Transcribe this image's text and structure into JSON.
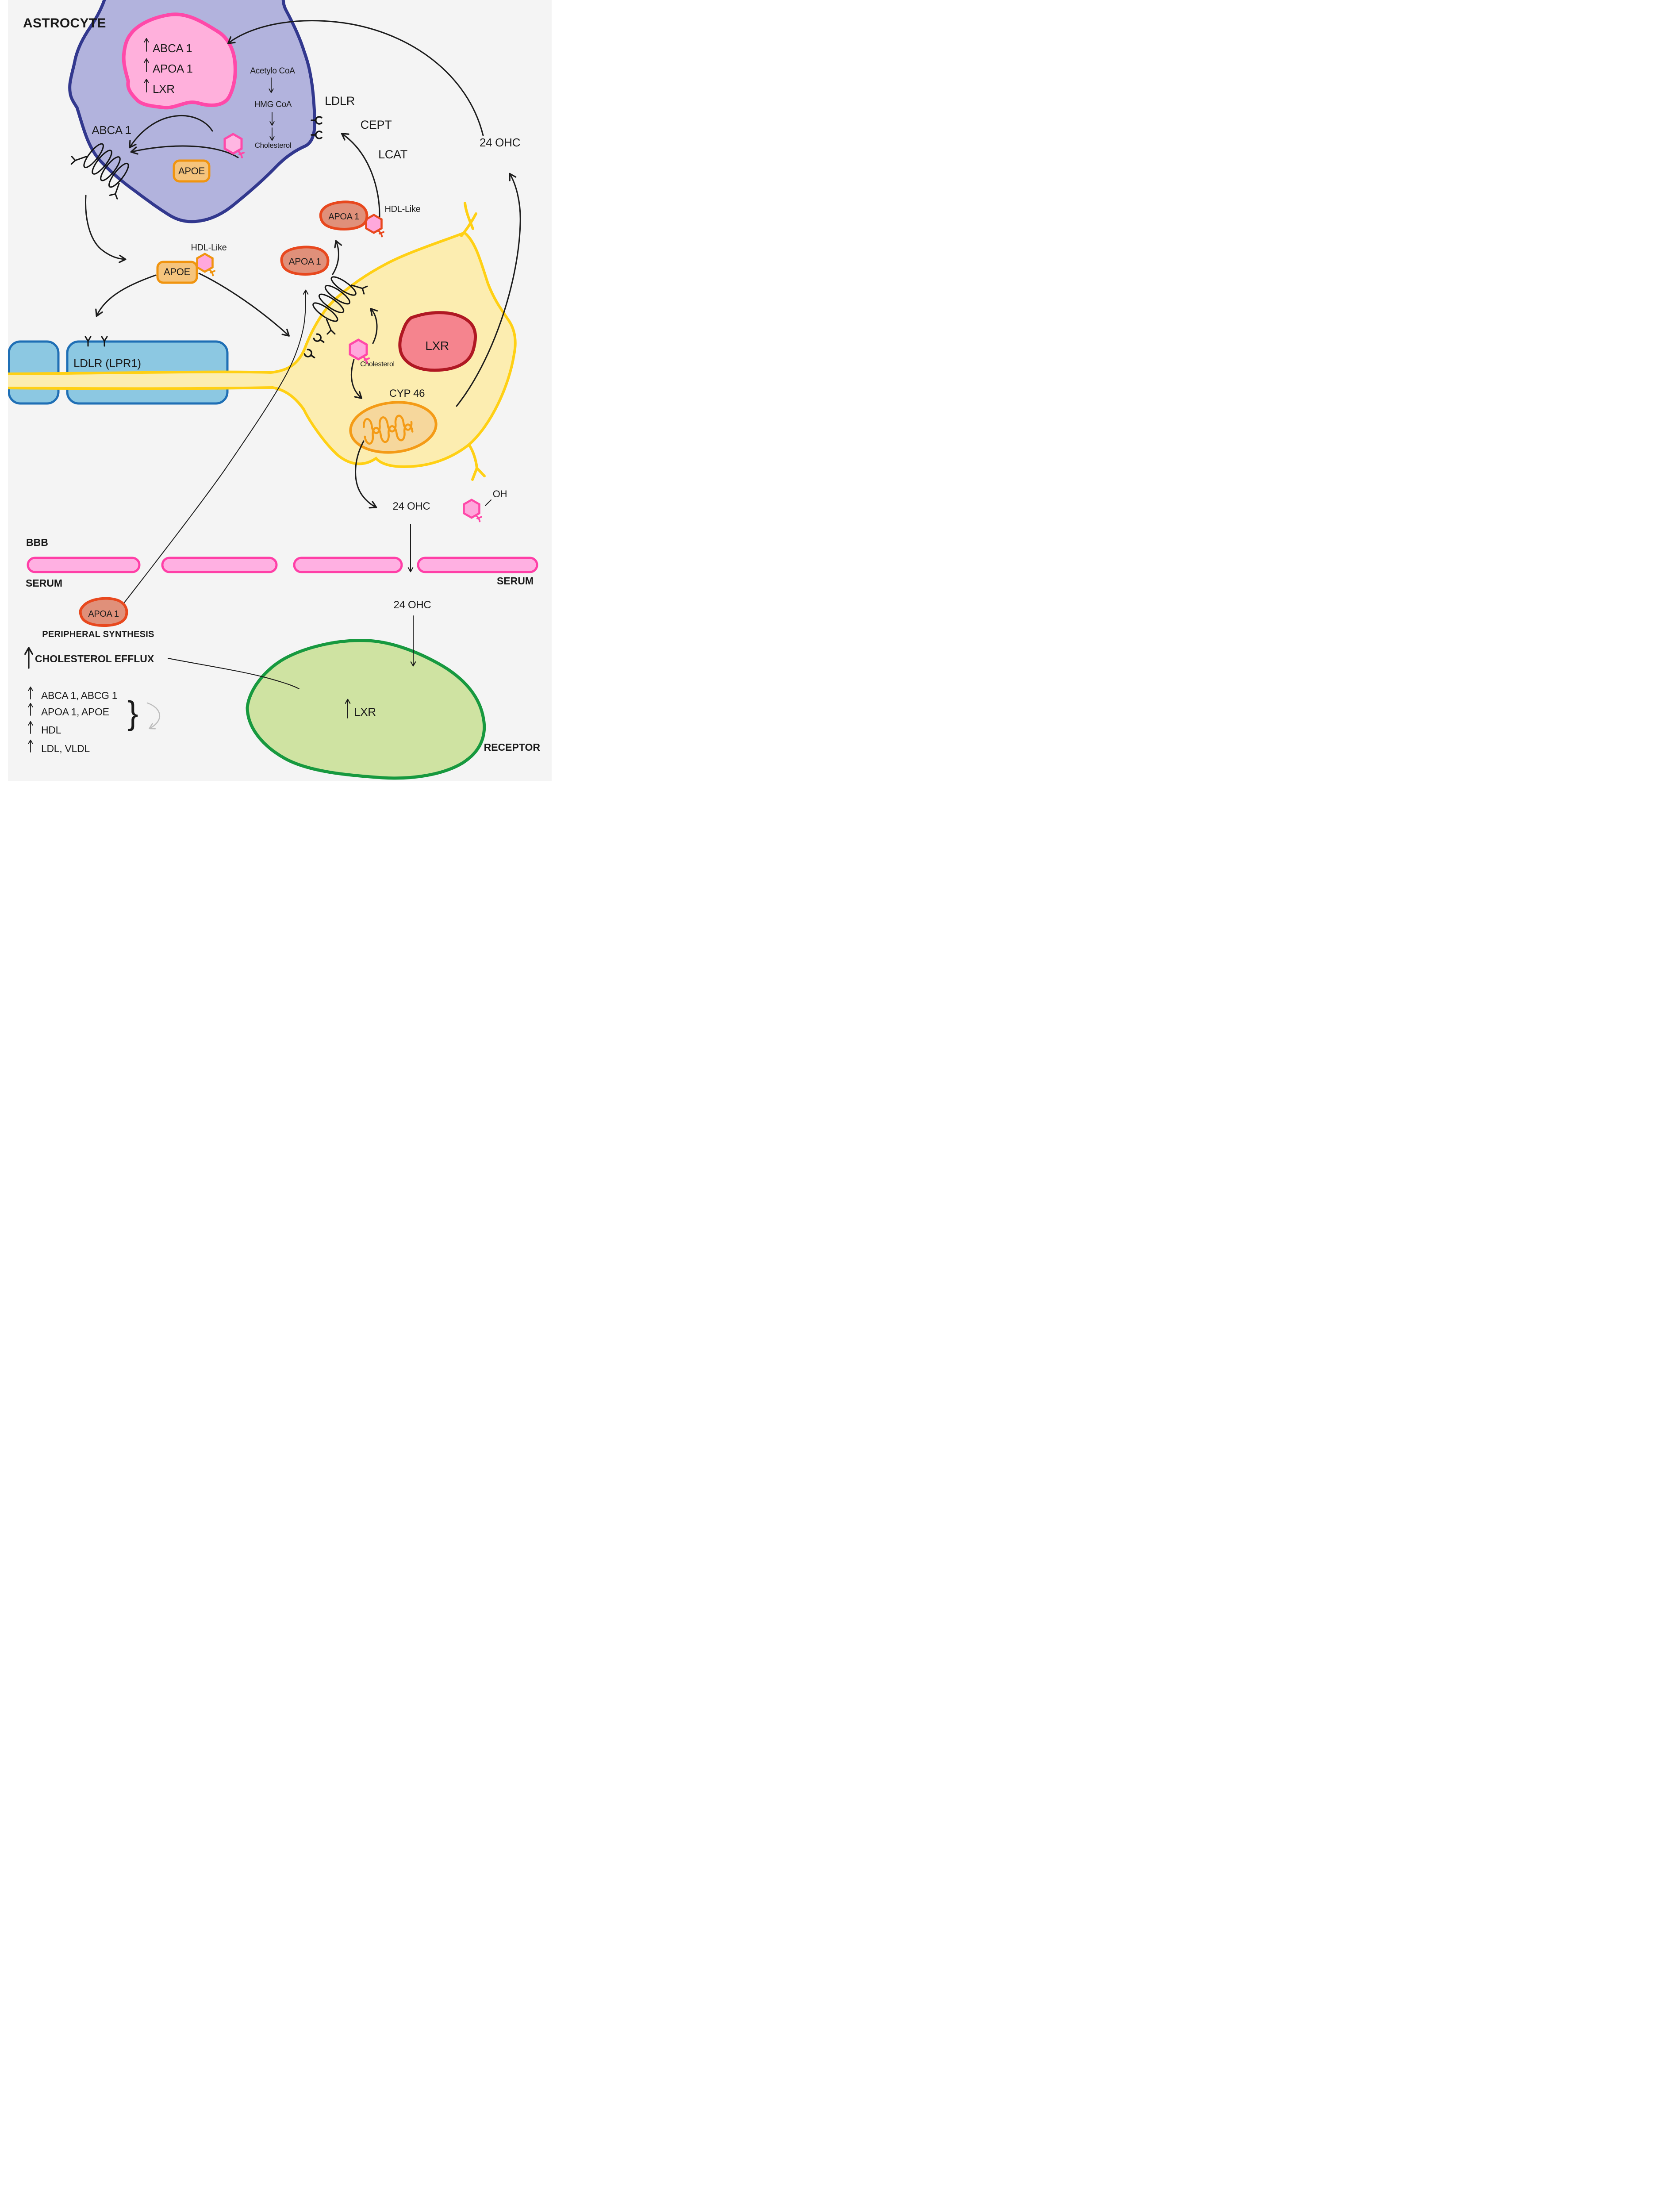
{
  "colors": {
    "canvas": "#f4f4f4",
    "astrocyte_fill": "#b2b3dd",
    "astrocyte_border": "#32388e",
    "nucleus_fill": "#ffb0dc",
    "nucleus_border": "#ff49a9",
    "neuron_fill": "#fcedb0",
    "neuron_border": "#ffd014",
    "lxr_nucleus_fill": "#f5848e",
    "lxr_nucleus_border": "#b01823",
    "mito_fill": "#f6d79c",
    "mito_border": "#f49b16",
    "capsule_fill": "#8cc8e2",
    "capsule_border": "#1f6fb5",
    "bbb_fill": "#ffb0e2",
    "bbb_border": "#ff3fa7",
    "receptor_cell_fill": "#cfe3a2",
    "receptor_cell_border": "#17993f",
    "apoa1_fill": "#e0907a",
    "apoa1_border": "#e8481e",
    "apoe_fill": "#f5c47d",
    "apoe_border": "#f0940f",
    "hexagon_fill": "#ffa8dc",
    "hexagon_border": "#ff49a9"
  },
  "astrocyte": {
    "title": "ASTROCYTE",
    "nucleus_items": [
      "ABCA 1",
      "APOA 1",
      "LXR"
    ],
    "pathway": [
      "Acetylo CoA",
      "HMG CoA",
      "Cholesterol"
    ],
    "transporter": "ABCA 1",
    "apoe": "APOE"
  },
  "membrane": {
    "ldlr": "LDLR",
    "cept": "CEPT",
    "lcat": "LCAT"
  },
  "particles": {
    "hdl_upper_label": "HDL-Like",
    "apoa1_upper": "APOA 1",
    "apoa1_mid": "APOA 1",
    "hdl_mid_label": "HDL-Like",
    "apoe_mid": "APOE"
  },
  "barrier": {
    "capsule_label": "LDLR (LPR1)",
    "bbb": "BBB",
    "serum_left": "SERUM",
    "serum_right": "SERUM"
  },
  "neuron": {
    "lxr": "LXR",
    "cholesterol": "Cholesterol",
    "cyp46": "CYP 46",
    "ohc_out": "24 OHC",
    "oh": "OH",
    "ohc_top": "24 OHC"
  },
  "serum_section": {
    "apoa1": "APOA 1",
    "peripheral": "PERIPHERAL SYNTHESIS",
    "ohc": "24 OHC",
    "efflux_title": "CHOLESTEROL EFFLUX",
    "efflux_items": [
      "ABCA 1, ABCG 1",
      "APOA 1, APOE",
      "HDL",
      "LDL, VLDL"
    ],
    "brace": "}"
  },
  "receptor_cell": {
    "lxr": "LXR",
    "caption": "RECEPTOR"
  }
}
